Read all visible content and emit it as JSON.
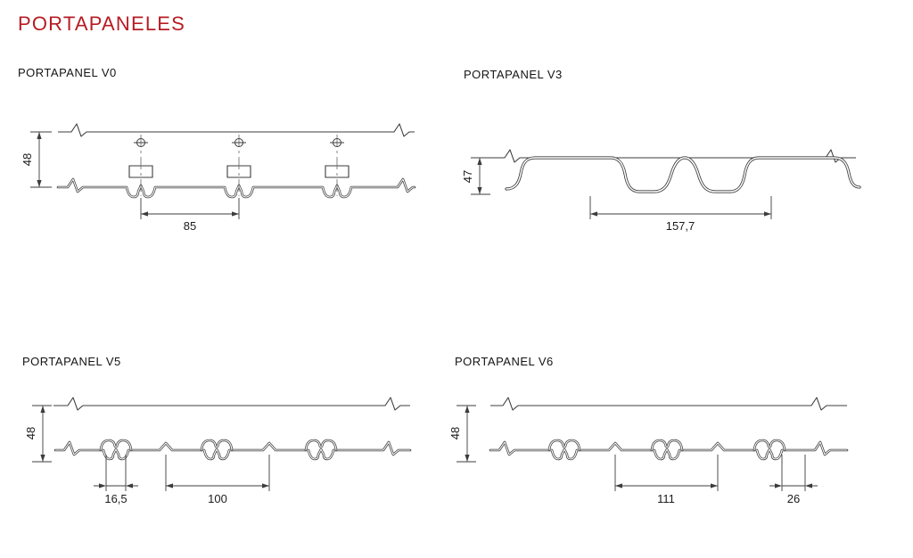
{
  "page": {
    "title": "PORTAPANELES"
  },
  "colors": {
    "accent": "#b71c24",
    "line": "#3c3c3c"
  },
  "diagrams": {
    "v0": {
      "title": "PORTAPANEL V0",
      "dim_height": "48",
      "dim_pitch": "85"
    },
    "v3": {
      "title": "PORTAPANEL V3",
      "dim_height": "47",
      "dim_pitch": "157,7"
    },
    "v5": {
      "title": "PORTAPANEL V5",
      "dim_height": "48",
      "dim_clip": "16,5",
      "dim_pitch": "100"
    },
    "v6": {
      "title": "PORTAPANEL V6",
      "dim_height": "48",
      "dim_pitch": "111",
      "dim_clip": "26"
    }
  }
}
